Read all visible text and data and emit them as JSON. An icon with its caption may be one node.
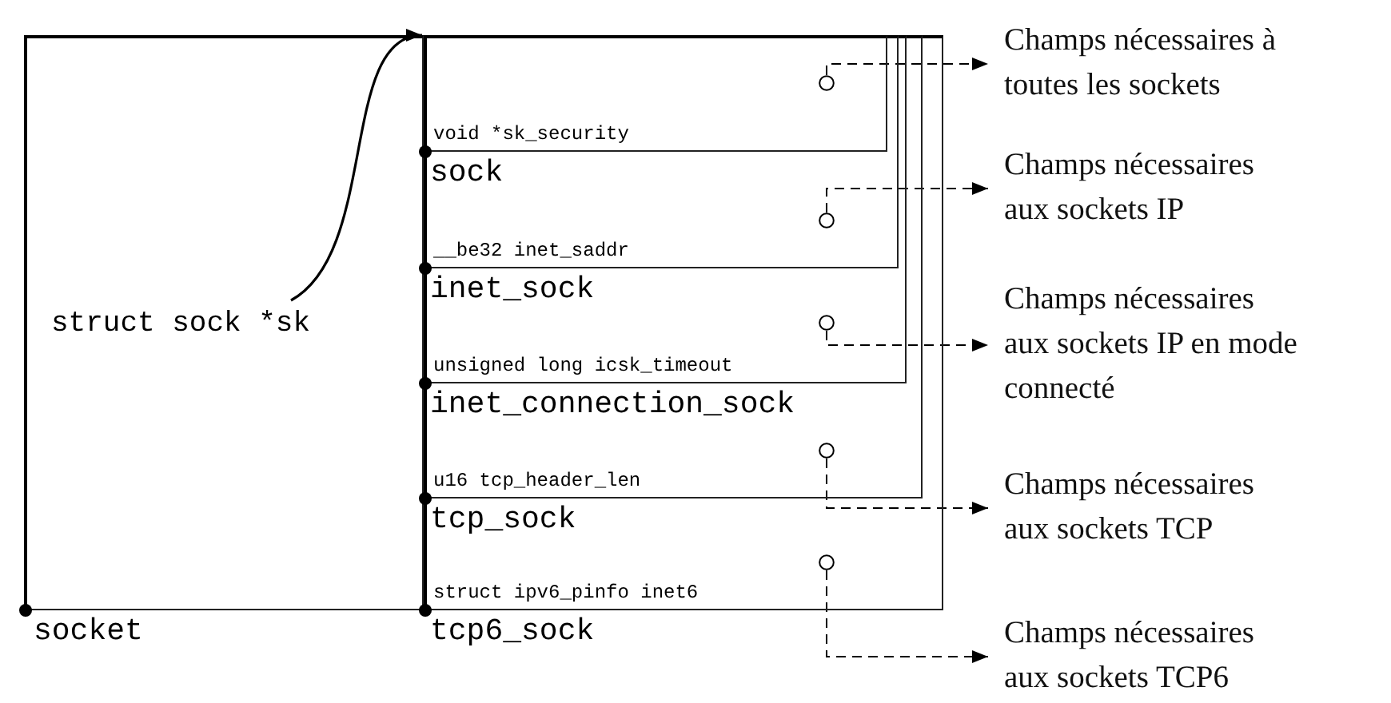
{
  "diagram": {
    "nodes": [
      {
        "text": [
          "socket"
        ]
      },
      {
        "text": [
          "struct sock *sk"
        ],
        "in": 0
      },
      {
        "text": [
          "struct ipv6_pinfo inet6",
          "tcp6_sock"
        ]
      },
      {
        "text": [
          "u16 tcp_header_len",
          "tcp_sock"
        ],
        "in": 2
      },
      {
        "text": [
          "unsigned long icsk_timeout",
          "inet_connection_sock"
        ],
        "in": 3
      },
      {
        "text": [
          "__be32 inet_saddr",
          "inet_sock"
        ],
        "in": 4
      },
      {
        "text": [
          "void *sk_security",
          "sock"
        ],
        "in": 5
      },
      {
        "text": [],
        "shape": "circle",
        "in": 6
      },
      {
        "text": [],
        "shape": "circle",
        "in": 5
      },
      {
        "text": [],
        "shape": "circle",
        "in": 4
      },
      {
        "text": [],
        "shape": "circle",
        "in": 3
      },
      {
        "text": [],
        "shape": "circle",
        "in": 2
      },
      {
        "text": [
          "Champs nécessaires à toutes les sockets"
        ]
      },
      {
        "text": [
          "Champs nécessaires aux sockets IP"
        ]
      },
      {
        "text": [
          "Champs nécessaires aux sockets IP en mode connecté"
        ]
      },
      {
        "text": [
          "Champs nécessaires aux sockets TCP"
        ]
      },
      {
        "text": [
          "Champs nécessaires aux sockets TCP6"
        ]
      }
    ],
    "edges": [
      {
        "from": 1,
        "to": 6,
        "arrow": "to"
      },
      {
        "from": 7,
        "to": 12,
        "arrow": "to",
        "style": "dashed"
      },
      {
        "from": 8,
        "to": 13,
        "arrow": "to",
        "style": "dashed"
      },
      {
        "from": 9,
        "to": 14,
        "arrow": "to",
        "style": "dashed"
      },
      {
        "from": 10,
        "to": 15,
        "arrow": "to",
        "style": "dashed"
      },
      {
        "from": 11,
        "to": 16,
        "arrow": "to",
        "style": "dashed"
      }
    ]
  }
}
